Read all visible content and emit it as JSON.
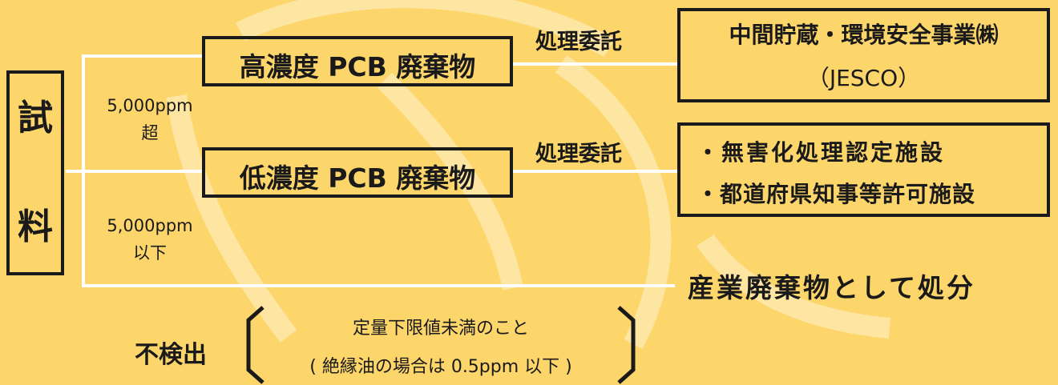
{
  "sample": {
    "char1": "試",
    "char2": "料"
  },
  "high": {
    "label": "高濃度 PCB 廃棄物",
    "threshold": "5,000ppm",
    "threshold_suffix": "超"
  },
  "low": {
    "label": "低濃度 PCB 廃棄物",
    "threshold": "5,000ppm",
    "threshold_suffix": "以下"
  },
  "high_route": {
    "action": "処理委託",
    "dest_line1": "中間貯蔵・環境安全事業㈱",
    "dest_line2": "（JESCO）"
  },
  "low_route": {
    "action": "処理委託",
    "dest_line1": "・無害化処理認定施設",
    "dest_line2": "・都道府県知事等許可施設"
  },
  "industrial": {
    "label": "産業廃棄物として処分"
  },
  "not_detected": {
    "label": "不検出",
    "note_line1": "定量下限値未満のこと",
    "note_line2": "( 絶縁油の場合は 0.5ppm 以下 )"
  },
  "colors": {
    "background": "#fcd56b",
    "line": "#ffffff",
    "border": "#1a1a1a",
    "watermark": "#ffffff"
  }
}
